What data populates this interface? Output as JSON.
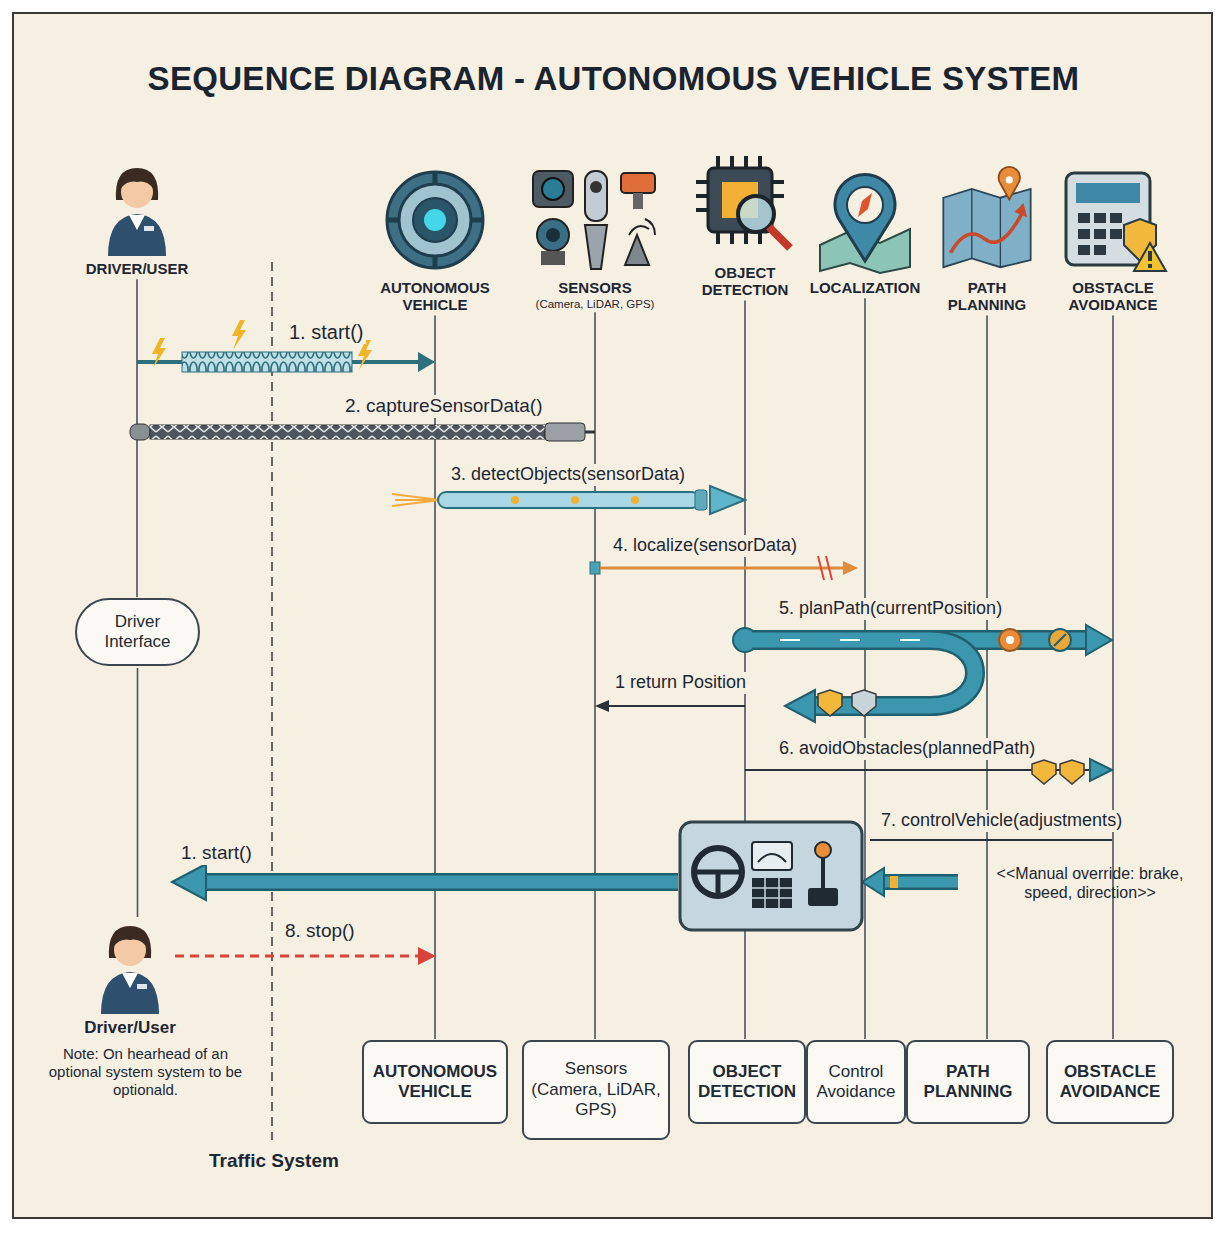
{
  "diagram": {
    "title": "SEQUENCE DIAGRAM - AUTONOMOUS VEHICLE SYSTEM",
    "nodes": [
      {
        "text": [
          "DRIVER/USER"
        ]
      },
      {
        "text": [
          "AUTONOMOUS VEHICLE"
        ]
      },
      {
        "text": [
          "SENSORS",
          "(Camera, LiDAR, GPS)"
        ]
      },
      {
        "text": [
          "OBJECT DETECTION"
        ]
      },
      {
        "text": [
          "LOCALIZATION"
        ]
      },
      {
        "text": [
          "PATH PLANNING"
        ]
      },
      {
        "text": [
          "OBSTACLE AVOIDANCE"
        ]
      },
      {
        "text": [
          "Driver Interface"
        ]
      },
      {
        "text": [
          "Driver/User"
        ]
      },
      {
        "text": [
          "AUTONOMOUS VEHICLE"
        ]
      },
      {
        "text": [
          "Sensors (Camera, LiDAR, GPS)"
        ]
      },
      {
        "text": [
          "OBJECT DETECTION"
        ]
      },
      {
        "text": [
          "Control Avoidance"
        ]
      },
      {
        "text": [
          "PATH PLANNING"
        ]
      },
      {
        "text": [
          "OBSTACLE AVOIDANCE"
        ]
      }
    ],
    "edges": [
      {
        "from": 0,
        "to": 7,
        "arrow": "none"
      },
      {
        "from": 7,
        "to": 8,
        "arrow": "none"
      },
      {
        "from": 1,
        "to": 9,
        "arrow": "none"
      },
      {
        "from": 2,
        "to": 10,
        "arrow": "none"
      },
      {
        "from": 3,
        "to": 11,
        "arrow": "none"
      },
      {
        "from": 4,
        "to": 12,
        "arrow": "none"
      },
      {
        "from": 5,
        "to": 13,
        "arrow": "none"
      },
      {
        "from": 6,
        "to": 14,
        "arrow": "none"
      }
    ],
    "labels": [
      "1. start()",
      "2. captureSensorData()",
      "3. detectObjects(sensorData)",
      "4. localize(sensorData)",
      "5. planPath(currentPosition)",
      "1 return Position",
      "6. avoidObstacles(plannedPath)",
      "7. controlVehicle(adjustments)",
      "<<Manual override: brake, speed, direction>>",
      "1. start()",
      "8. stop()",
      "Note: On hearhead of an optional system system to be optionald.",
      "Traffic System"
    ]
  }
}
